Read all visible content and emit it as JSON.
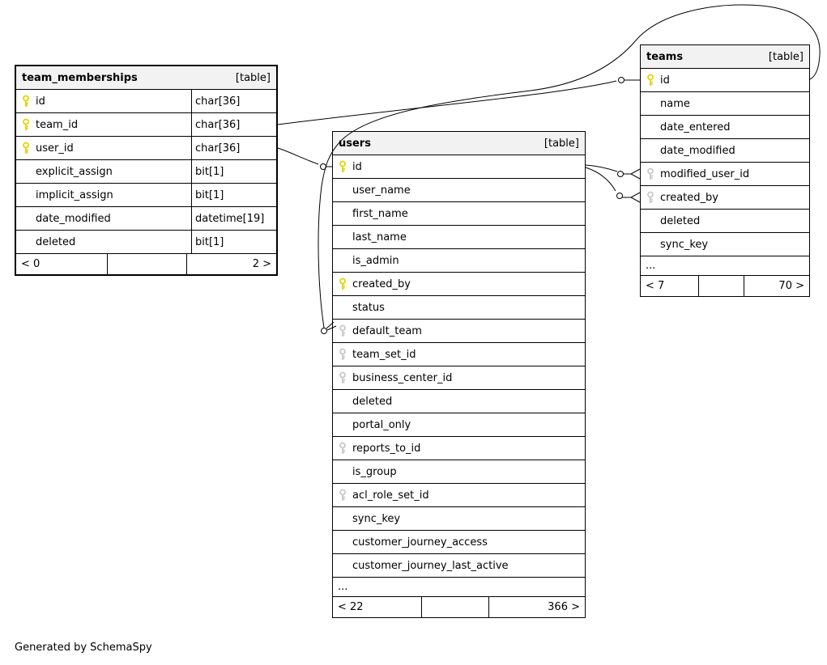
{
  "footer_note": "Generated by SchemaSpy",
  "colors": {
    "pk_key": "#e3d400",
    "fk_key": "#c8c8c8",
    "header_bg": "#f2f2f2",
    "line": "#000000"
  },
  "tables": [
    {
      "id": "team_memberships",
      "title": "team_memberships",
      "tag": "[table]",
      "show_types": true,
      "columns": [
        {
          "name": "id",
          "type": "char[36]",
          "key": "pk"
        },
        {
          "name": "team_id",
          "type": "char[36]",
          "key": "pk"
        },
        {
          "name": "user_id",
          "type": "char[36]",
          "key": "pk"
        },
        {
          "name": "explicit_assign",
          "type": "bit[1]",
          "key": ""
        },
        {
          "name": "implicit_assign",
          "type": "bit[1]",
          "key": ""
        },
        {
          "name": "date_modified",
          "type": "datetime[19]",
          "key": ""
        },
        {
          "name": "deleted",
          "type": "bit[1]",
          "key": ""
        }
      ],
      "ellipsis": false,
      "ellipsis_label": "...",
      "footer": {
        "left": "< 0",
        "center": "",
        "right": "2 >"
      }
    },
    {
      "id": "users",
      "title": "users",
      "tag": "[table]",
      "show_types": false,
      "columns": [
        {
          "name": "id",
          "type": "",
          "key": "pk"
        },
        {
          "name": "user_name",
          "type": "",
          "key": ""
        },
        {
          "name": "first_name",
          "type": "",
          "key": ""
        },
        {
          "name": "last_name",
          "type": "",
          "key": ""
        },
        {
          "name": "is_admin",
          "type": "",
          "key": ""
        },
        {
          "name": "created_by",
          "type": "",
          "key": "pk"
        },
        {
          "name": "status",
          "type": "",
          "key": ""
        },
        {
          "name": "default_team",
          "type": "",
          "key": "fk"
        },
        {
          "name": "team_set_id",
          "type": "",
          "key": "fk"
        },
        {
          "name": "business_center_id",
          "type": "",
          "key": "fk"
        },
        {
          "name": "deleted",
          "type": "",
          "key": ""
        },
        {
          "name": "portal_only",
          "type": "",
          "key": ""
        },
        {
          "name": "reports_to_id",
          "type": "",
          "key": "fk"
        },
        {
          "name": "is_group",
          "type": "",
          "key": ""
        },
        {
          "name": "acl_role_set_id",
          "type": "",
          "key": "fk"
        },
        {
          "name": "sync_key",
          "type": "",
          "key": ""
        },
        {
          "name": "customer_journey_access",
          "type": "",
          "key": ""
        },
        {
          "name": "customer_journey_last_active",
          "type": "",
          "key": ""
        }
      ],
      "ellipsis": true,
      "ellipsis_label": "...",
      "footer": {
        "left": "< 22",
        "center": "",
        "right": "366 >"
      }
    },
    {
      "id": "teams",
      "title": "teams",
      "tag": "[table]",
      "show_types": false,
      "columns": [
        {
          "name": "id",
          "type": "",
          "key": "pk"
        },
        {
          "name": "name",
          "type": "",
          "key": ""
        },
        {
          "name": "date_entered",
          "type": "",
          "key": ""
        },
        {
          "name": "date_modified",
          "type": "",
          "key": ""
        },
        {
          "name": "modified_user_id",
          "type": "",
          "key": "fk"
        },
        {
          "name": "created_by",
          "type": "",
          "key": "fk"
        },
        {
          "name": "deleted",
          "type": "",
          "key": ""
        },
        {
          "name": "sync_key",
          "type": "",
          "key": ""
        }
      ],
      "ellipsis": true,
      "ellipsis_label": "...",
      "footer": {
        "left": "< 7",
        "center": "",
        "right": "70 >"
      }
    }
  ],
  "relationships": [
    {
      "from": "team_memberships.team_id",
      "to": "teams.id"
    },
    {
      "from": "team_memberships.user_id",
      "to": "users.id"
    },
    {
      "from": "teams.modified_user_id",
      "to": "users.id"
    },
    {
      "from": "teams.created_by",
      "to": "users.id"
    },
    {
      "from": "users.default_team",
      "to": "teams.id"
    }
  ]
}
